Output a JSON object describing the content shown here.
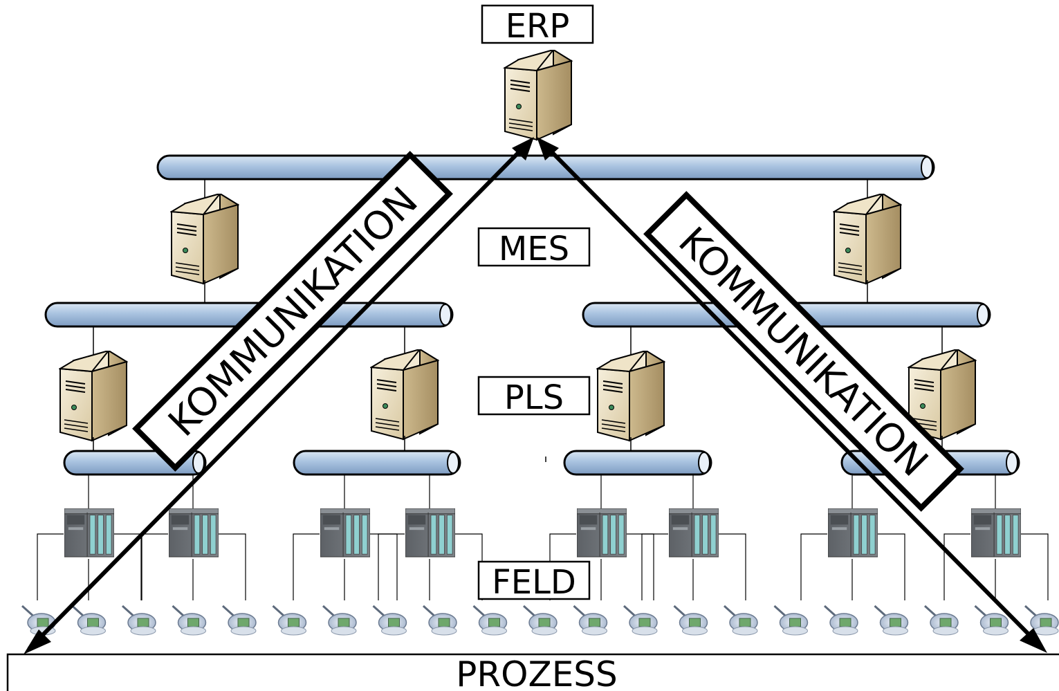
{
  "levels": {
    "erp": "ERP",
    "mes": "MES",
    "pls": "PLS",
    "feld": "FELD",
    "prozess": "PROZESS"
  },
  "communication": {
    "left": "KOMMUNIKATION",
    "right": "KOMMUNIKATION"
  },
  "icons": {
    "server": "server-tower-icon",
    "plc": "plc-controller-icon",
    "sensor": "field-sensor-icon",
    "bus": "network-bus-pipe"
  },
  "colors": {
    "pipe_fill": "#a9c3e0",
    "pipe_stroke": "#000000",
    "server_body": "#e8dcc0",
    "server_side": "#c9b48a",
    "plc_body": "#6f7378",
    "plc_panel": "#8fd0d0",
    "sensor_metal": "#c8d4e4"
  }
}
